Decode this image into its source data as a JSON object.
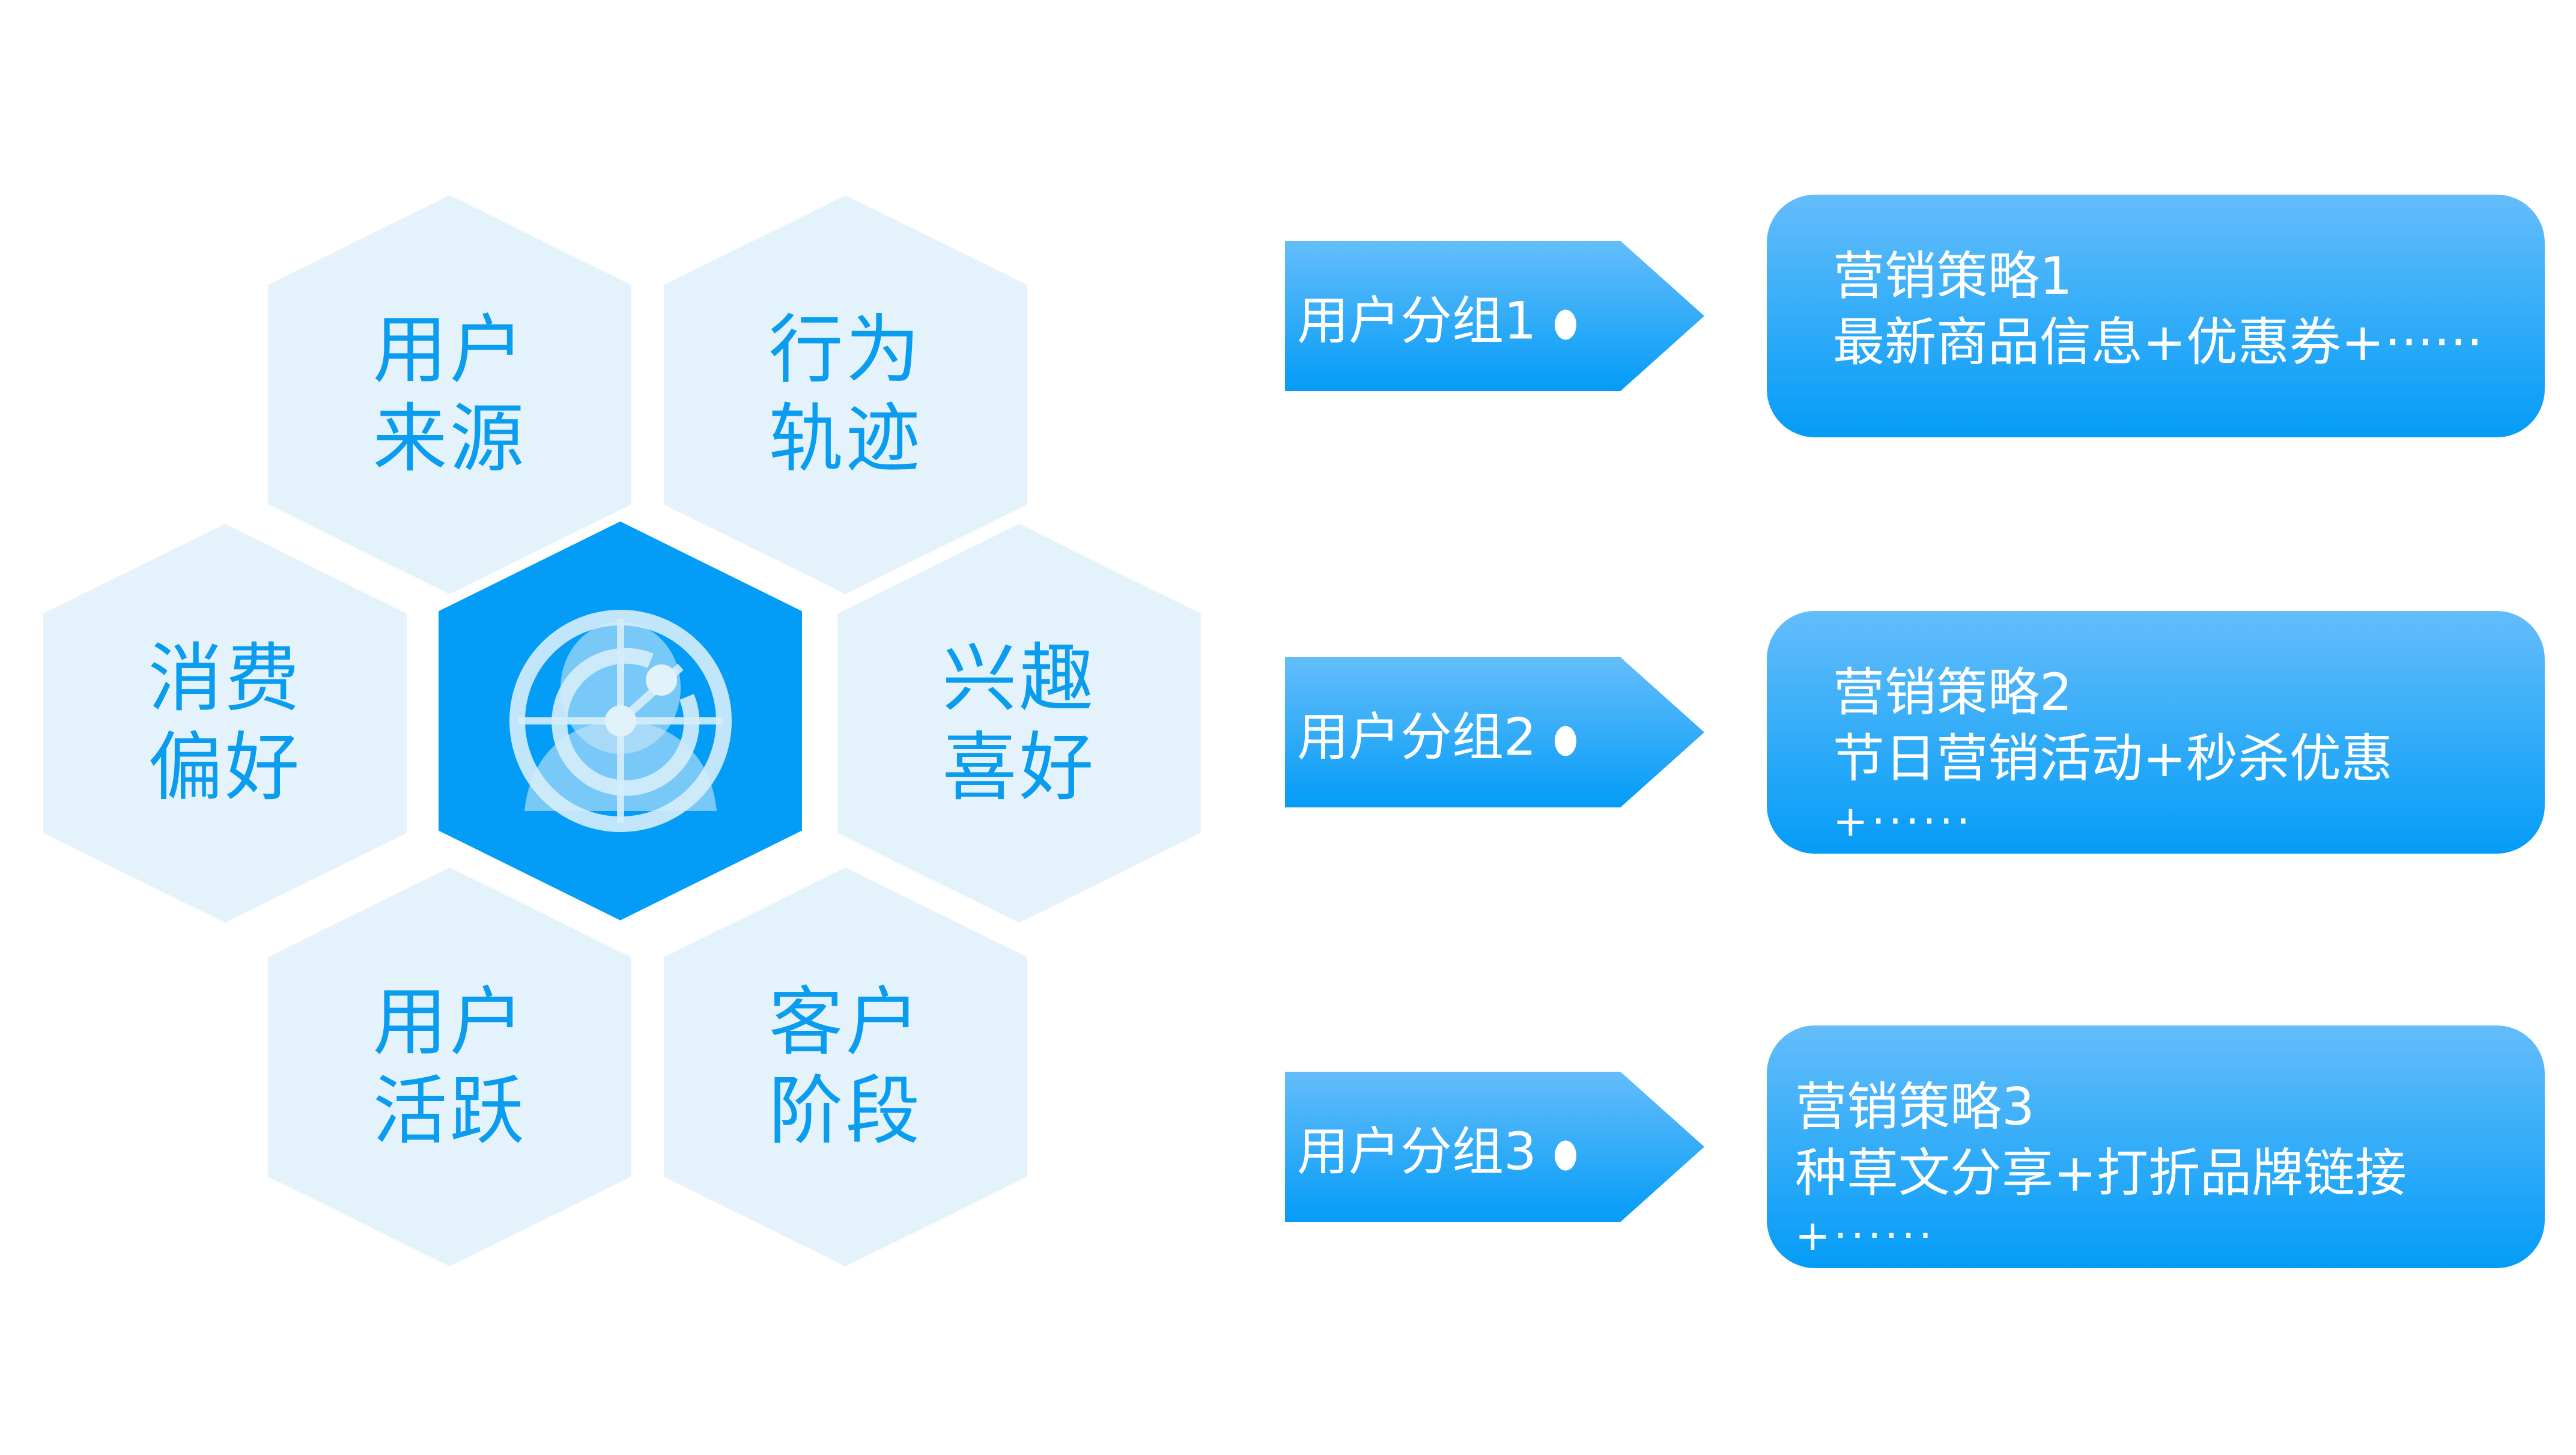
{
  "hexagons": [
    {
      "line1": "用户",
      "line2": "来源"
    },
    {
      "line1": "行为",
      "line2": "轨迹"
    },
    {
      "line1": "消费",
      "line2": "偏好"
    },
    {
      "line1": "兴趣",
      "line2": "喜好"
    },
    {
      "line1": "用户",
      "line2": "活跃"
    },
    {
      "line1": "客户",
      "line2": "阶段"
    }
  ],
  "center_icon": "user-radar-icon",
  "groups": [
    {
      "label": "用户分组1"
    },
    {
      "label": "用户分组2"
    },
    {
      "label": "用户分组3"
    }
  ],
  "strategies": [
    {
      "title": "营销策略1",
      "line2": "最新商品信息+优惠券+······",
      "line3": ""
    },
    {
      "title": "营销策略2",
      "line2": "节日营销活动+秒杀优惠",
      "line3": "+······"
    },
    {
      "title": "营销策略3",
      "line2": "种草文分享+打折品牌链接",
      "line3": "+······"
    }
  ],
  "colors": {
    "accent": "#039df7",
    "hex_bg": "#e4f2fb",
    "text_blue": "#0a9cef"
  }
}
